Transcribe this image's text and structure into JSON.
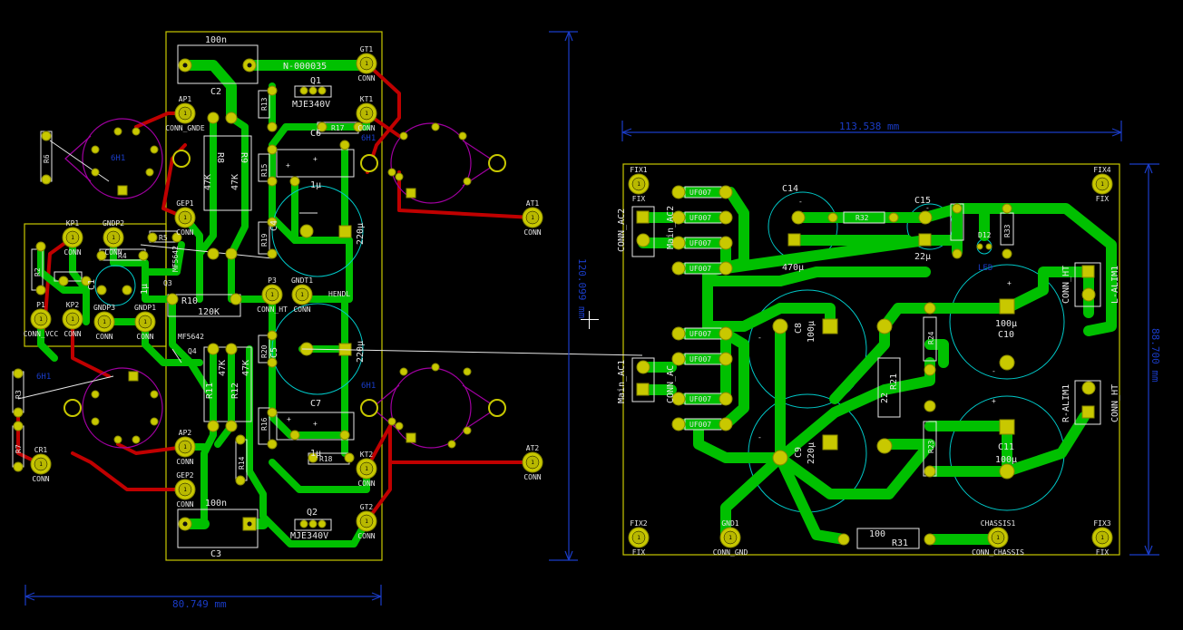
{
  "dimensions": {
    "left_width": "80.749 mm",
    "left_height": "120.099 mm",
    "right_width": "113.538 mm",
    "right_height": "88.700 mm"
  },
  "board_left": {
    "net_top": "N-000035",
    "components": [
      {
        "key": "c2_value",
        "text": "100n"
      },
      {
        "key": "c2_ref",
        "text": "C2"
      },
      {
        "key": "c3_value",
        "text": "100n"
      },
      {
        "key": "c3_ref",
        "text": "C3"
      },
      {
        "key": "q1",
        "text": "Q1"
      },
      {
        "key": "q1_part",
        "text": "MJE340V"
      },
      {
        "key": "q2",
        "text": "Q2"
      },
      {
        "key": "q2_part",
        "text": "MJE340V"
      },
      {
        "key": "r8",
        "text": "R8"
      },
      {
        "key": "r9",
        "text": "R9"
      },
      {
        "key": "r8v",
        "text": "47K"
      },
      {
        "key": "r9v",
        "text": "47K"
      },
      {
        "key": "r11",
        "text": "R11"
      },
      {
        "key": "r12",
        "text": "R12"
      },
      {
        "key": "r11v",
        "text": "47K"
      },
      {
        "key": "r12v",
        "text": "47K"
      },
      {
        "key": "r10",
        "text": "R10"
      },
      {
        "key": "r10v",
        "text": "120K"
      },
      {
        "key": "c4",
        "text": "C4"
      },
      {
        "key": "c5",
        "text": "C5"
      },
      {
        "key": "c6",
        "text": "C6"
      },
      {
        "key": "c7",
        "text": "C7"
      },
      {
        "key": "c4v",
        "text": "220µ"
      },
      {
        "key": "c5v",
        "text": "220µ"
      },
      {
        "key": "c6v",
        "text": "1µ"
      },
      {
        "key": "c7v",
        "text": "1µ"
      },
      {
        "key": "c1",
        "text": "C1"
      },
      {
        "key": "c1v",
        "text": "1µ"
      },
      {
        "key": "r4",
        "text": "R4"
      },
      {
        "key": "r5",
        "text": "R5"
      },
      {
        "key": "r6",
        "text": "R6"
      },
      {
        "key": "r7",
        "text": "R7"
      },
      {
        "key": "r3",
        "text": "R3"
      },
      {
        "key": "r2",
        "text": "R2"
      },
      {
        "key": "r13",
        "text": "R13"
      },
      {
        "key": "r14",
        "text": "R14"
      },
      {
        "key": "r15",
        "text": "R15"
      },
      {
        "key": "r16",
        "text": "R16"
      },
      {
        "key": "r17",
        "text": "R17"
      },
      {
        "key": "r18",
        "text": "R18"
      },
      {
        "key": "r19",
        "text": "R19"
      },
      {
        "key": "r20",
        "text": "R20"
      },
      {
        "key": "q3",
        "text": "Q3"
      },
      {
        "key": "q4",
        "text": "Q4"
      },
      {
        "key": "mf1",
        "text": "MF5642"
      },
      {
        "key": "mf2",
        "text": "MF5642"
      },
      {
        "key": "hendl",
        "text": "HENDL"
      }
    ],
    "pads": [
      {
        "key": "gt1",
        "ref": "GT1",
        "sub": "CONN"
      },
      {
        "key": "kt1",
        "ref": "KT1",
        "sub": "CONN"
      },
      {
        "key": "ap1",
        "ref": "AP1",
        "sub": "CONN_GNDE"
      },
      {
        "key": "gep1",
        "ref": "GEP1",
        "sub": "CONN"
      },
      {
        "key": "kp1",
        "ref": "KP1",
        "sub": "CONN"
      },
      {
        "key": "gndp2",
        "ref": "GNDP2",
        "sub": "CONN"
      },
      {
        "key": "p3",
        "ref": "P3",
        "sub": "CONN_HT"
      },
      {
        "key": "gndt1",
        "ref": "GNDT1",
        "sub": "CONN"
      },
      {
        "key": "p1",
        "ref": "P1",
        "sub": "CONN_VCC"
      },
      {
        "key": "kp2",
        "ref": "KP2",
        "sub": "CONN"
      },
      {
        "key": "gndp3",
        "ref": "GNDP3",
        "sub": "CONN"
      },
      {
        "key": "gndp1",
        "ref": "GNDP1",
        "sub": "CONN"
      },
      {
        "key": "at1",
        "ref": "AT1",
        "sub": "CONN"
      },
      {
        "key": "ap2",
        "ref": "AP2",
        "sub": "CONN"
      },
      {
        "key": "gep2",
        "ref": "GEP2",
        "sub": "CONN"
      },
      {
        "key": "kt2",
        "ref": "KT2",
        "sub": "CONN"
      },
      {
        "key": "gt2",
        "ref": "GT2",
        "sub": "CONN"
      },
      {
        "key": "at2",
        "ref": "AT2",
        "sub": "CONN"
      },
      {
        "key": "cr1",
        "ref": "CR1",
        "sub": "CONN"
      }
    ],
    "tube_labels": [
      "6H1",
      "6H1",
      "6H1",
      "6H1"
    ]
  },
  "board_right": {
    "components": [
      {
        "key": "c14",
        "text": "C14"
      },
      {
        "key": "c14v",
        "text": "470µ"
      },
      {
        "key": "c15",
        "text": "C15"
      },
      {
        "key": "c15v",
        "text": "22µ"
      },
      {
        "key": "r32",
        "text": "R32"
      },
      {
        "key": "r33",
        "text": "R33"
      },
      {
        "key": "d12",
        "text": "D12"
      },
      {
        "key": "led",
        "text": "LED"
      },
      {
        "key": "c8",
        "text": "C8"
      },
      {
        "key": "c8v",
        "text": "100µ"
      },
      {
        "key": "c9",
        "text": "C9"
      },
      {
        "key": "c9v",
        "text": "220µ"
      },
      {
        "key": "c10",
        "text": "C10"
      },
      {
        "key": "c10v",
        "text": "100µ"
      },
      {
        "key": "c11",
        "text": "C11"
      },
      {
        "key": "c11v",
        "text": "100µ"
      },
      {
        "key": "r21",
        "text": "R21"
      },
      {
        "key": "r21v",
        "text": "22"
      },
      {
        "key": "r23",
        "text": "R23"
      },
      {
        "key": "r24",
        "text": "R24"
      },
      {
        "key": "r31",
        "text": "R31"
      },
      {
        "key": "r31v",
        "text": "100"
      },
      {
        "key": "conn_ac2",
        "text": "CONN_AC2"
      },
      {
        "key": "main_ac2",
        "text": "Main_AC2"
      },
      {
        "key": "main_ac1",
        "text": "Main_AC1"
      },
      {
        "key": "conn_ac",
        "text": "CONN_AC"
      },
      {
        "key": "conn_ht1",
        "text": "CONN_HT"
      },
      {
        "key": "l_alim1",
        "text": "L-ALIM1"
      },
      {
        "key": "r_alim1",
        "text": "R-ALIM1"
      },
      {
        "key": "conn_ht2",
        "text": "CONN_HT"
      },
      {
        "key": "uf1",
        "text": "UF007"
      },
      {
        "key": "uf2",
        "text": "UF007"
      },
      {
        "key": "uf3",
        "text": "UF007"
      },
      {
        "key": "uf4",
        "text": "UF007"
      },
      {
        "key": "uf5",
        "text": "UF007"
      },
      {
        "key": "uf6",
        "text": "UF007"
      },
      {
        "key": "uf7",
        "text": "UF007"
      },
      {
        "key": "uf8",
        "text": "UF007"
      }
    ],
    "pads": [
      {
        "key": "fix1",
        "ref": "FIX1",
        "sub": "FIX"
      },
      {
        "key": "fix4",
        "ref": "FIX4",
        "sub": "FIX"
      },
      {
        "key": "fix2",
        "ref": "FIX2",
        "sub": "FIX"
      },
      {
        "key": "fix3",
        "ref": "FIX3",
        "sub": "FIX"
      },
      {
        "key": "gnd1",
        "ref": "GND1",
        "sub": "CONN_GND"
      },
      {
        "key": "chassis1",
        "ref": "CHASSIS1",
        "sub": "CONN_CHASSIS"
      }
    ]
  },
  "colors": {
    "background": "#000000",
    "copper_front": "#00c000",
    "copper_back": "#c00000",
    "board_edge": "#c8c800",
    "dimension": "#1a3cc8",
    "silkscreen": "#e6e6e6",
    "courtyard": "#00c8c8",
    "tube_outline": "#a000a0",
    "pad_gold": "#c8c800"
  }
}
